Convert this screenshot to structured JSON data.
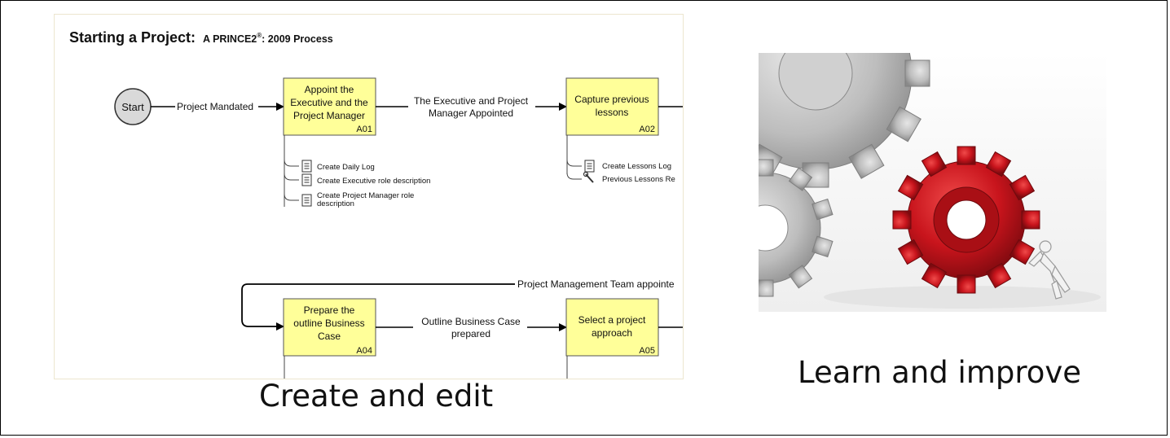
{
  "diagram": {
    "title_main": "Starting a Project:",
    "title_sub": "A PRINCE2",
    "title_reg": "®",
    "title_tail": ": 2009 Process",
    "start_label": "Start",
    "edges": {
      "e1": "Project Mandated",
      "e2_line1": "The Executive and Project",
      "e2_line2": "Manager Appointed",
      "e3": "Project Management Team appointe",
      "e4_line1": "Outline Business Case",
      "e4_line2": "prepared"
    },
    "activities": {
      "a01": {
        "line1": "Appoint the",
        "line2": "Executive and the",
        "line3": "Project Manager",
        "code": "A01"
      },
      "a02": {
        "line1": "Capture previous",
        "line2": "lessons",
        "code": "A02"
      },
      "a04": {
        "line1": "Prepare the",
        "line2": "outline Business",
        "line3": "Case",
        "code": "A04"
      },
      "a05": {
        "line1": "Select a project",
        "line2": "approach",
        "code": "A05"
      }
    },
    "outputs_a01": [
      "Create Daily Log",
      "Create Executive role description",
      "Create Project Manager role",
      "description"
    ],
    "outputs_a02": [
      "Create Lessons Log",
      "Previous Lessons Re"
    ]
  },
  "captions": {
    "left": "Create and edit",
    "right": "Learn and improve"
  },
  "colors": {
    "activity_fill": "#ffff99",
    "start_fill": "#d9d9d9",
    "gear_red": "#c8141c",
    "gear_grey": "#bcbcbc"
  }
}
